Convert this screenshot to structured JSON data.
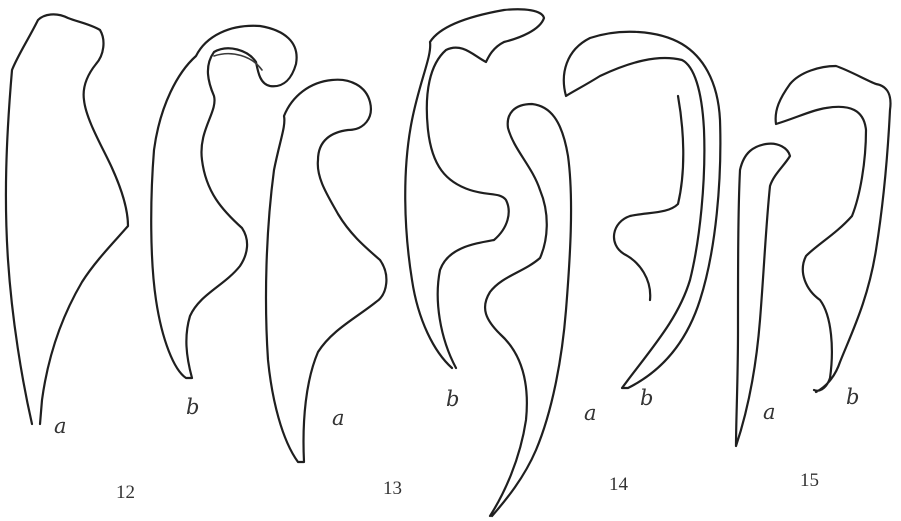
{
  "figures": [
    {
      "number": "12",
      "parts": [
        {
          "letter": "a"
        },
        {
          "letter": "b"
        }
      ]
    },
    {
      "number": "13",
      "parts": [
        {
          "letter": "a"
        },
        {
          "letter": "b"
        }
      ]
    },
    {
      "number": "14",
      "parts": [
        {
          "letter": "a"
        },
        {
          "letter": "b"
        }
      ]
    },
    {
      "number": "15",
      "parts": [
        {
          "letter": "a"
        },
        {
          "letter": "b"
        }
      ]
    }
  ],
  "style": {
    "ink": "#1f1f1f",
    "paper": "#ffffff"
  }
}
